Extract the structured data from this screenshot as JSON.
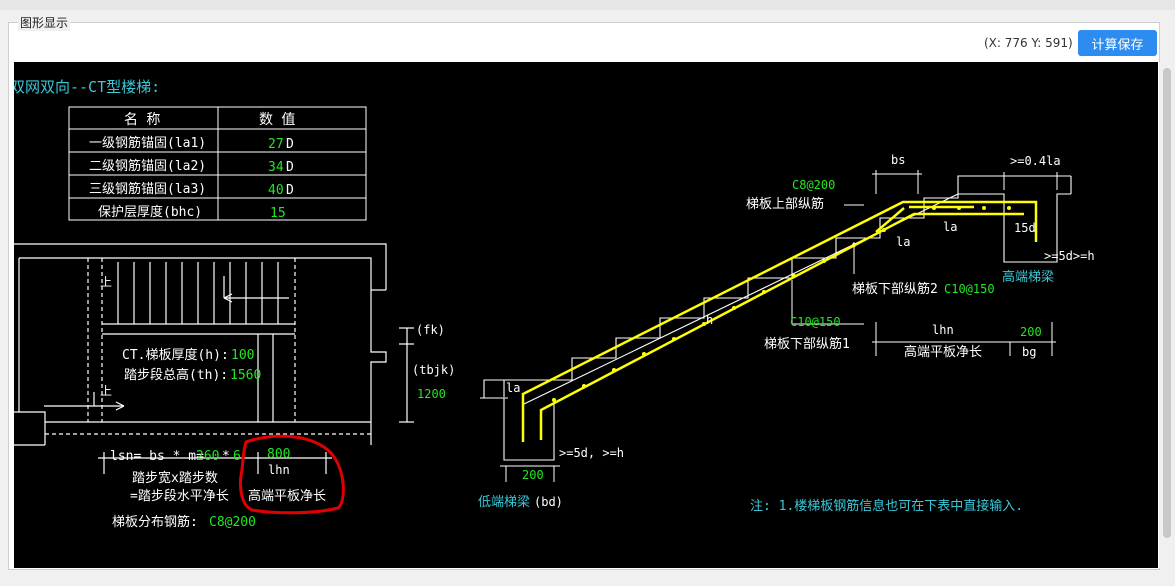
{
  "window": {
    "title": "图形显示",
    "coords_text": "(X: 776 Y: 591)",
    "calc_save_label": "计算保存"
  },
  "drawing": {
    "heading": "双网双向--CT型楼梯:",
    "table": {
      "headers": [
        "名  称",
        "数  值"
      ],
      "rows": [
        {
          "name": "一级钢筋锚固(la1)",
          "value": "27",
          "unit": "D"
        },
        {
          "name": "二级钢筋锚固(la2)",
          "value": "34",
          "unit": "D"
        },
        {
          "name": "三级钢筋锚固(la3)",
          "value": "40",
          "unit": "D"
        },
        {
          "name": "保护层厚度(bhc)",
          "value": "15",
          "unit": ""
        }
      ]
    },
    "plan": {
      "thickness_label": "CT.梯板厚度(h):",
      "thickness_value": "100",
      "height_label": "踏步段总高(th):",
      "height_value": "1560",
      "fk_label": "(fk)",
      "tbjk_label": "(tbjk)",
      "tbjk_value": "1200",
      "up_mark": "上",
      "lsn_label": "lsn= bs * m=",
      "bs_value": "260",
      "times": "*",
      "m_value": "6",
      "lhn_value": "800",
      "lhn_label": "lhn",
      "step_desc1": "踏步宽x踏步数",
      "step_desc2": "=踏步段水平净长",
      "high_plate_label": "高端平板净长",
      "dist_label": "梯板分布钢筋:",
      "dist_value": "C8@200"
    },
    "section": {
      "top_rebar_spec": "C8@200",
      "top_rebar_label": "梯板上部纵筋",
      "bs_label": "bs",
      "la04_label": ">=0.4la",
      "la_a": "la",
      "la_b": "la",
      "d15_label": "15d",
      "d5h_label": ">=5d>=h",
      "high_beam_label": "高端梯梁",
      "lower2_label": "梯板下部纵筋2",
      "lower2_spec": "C10@150",
      "lower1_spec": "C10@150",
      "lower1_label": "梯板下部纵筋1",
      "h_label": "h",
      "lhn_label": "lhn",
      "bg_value": "200",
      "bg_label": "bg",
      "high_plate_label": "高端平板净长",
      "la_low": "la",
      "low_5d_label": ">=5d, >=h",
      "bd_value": "200",
      "low_beam_label": "低端梯梁",
      "bd_label": "(bd)",
      "note": "注: 1.楼梯板钢筋信息也可在下表中直接输入."
    },
    "colors": {
      "background": "#000000",
      "cyan_text": "#39c8d8",
      "value_green": "#22e622",
      "rebar_yellow": "#ffff00",
      "annotation_red": "#e00000",
      "button_blue": "#2d8cf0"
    }
  }
}
